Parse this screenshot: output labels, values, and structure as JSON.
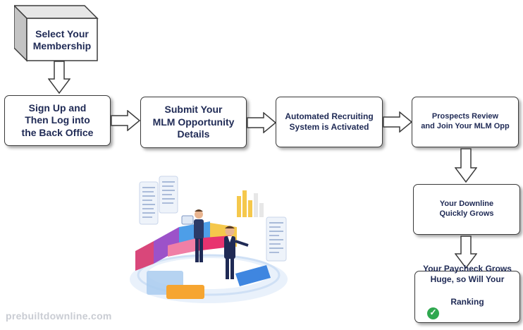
{
  "steps": {
    "membership": "Select Your\nMembership",
    "signup": "Sign Up and\nThen Log into\nthe Back Office",
    "submit": "Submit Your\nMLM Opportunity\nDetails",
    "automated": "Automated Recruiting\nSystem is Activated",
    "prospects": "Prospects Review\nand Join Your MLM Opp",
    "downline": "Your Downline\nQuickly Grows",
    "paycheck_line1": "Your Paycheck Grows\nHuge, so Will Your",
    "paycheck_line2": "Ranking"
  },
  "watermark": "prebuiltdownline.com",
  "icons": {
    "check": "check-circle-icon",
    "illustration": "business-people-data-dashboard-illustration"
  },
  "colors": {
    "text": "#1f2a55",
    "check": "#2fa84f",
    "cube_top": "#e3e3e3",
    "cube_side": "#bdbdbd"
  }
}
